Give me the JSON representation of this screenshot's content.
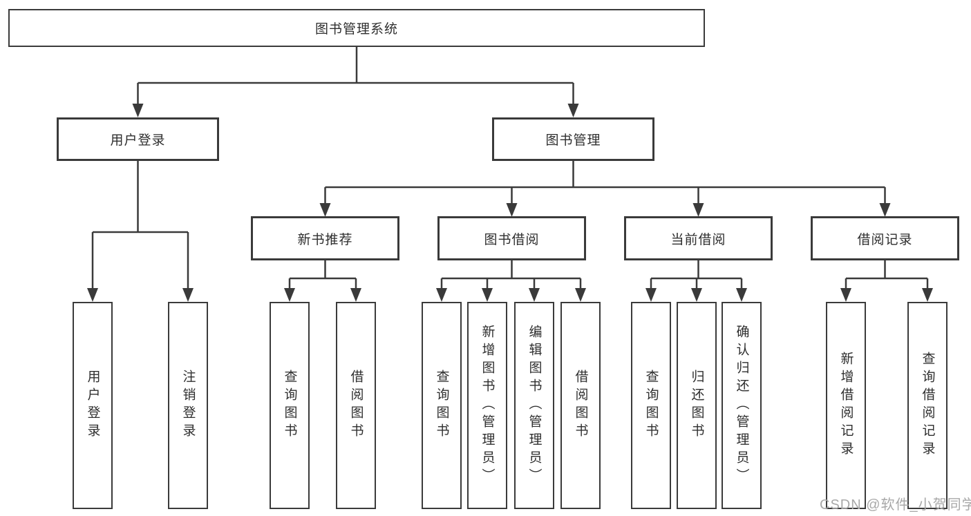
{
  "diagram": {
    "title": "图书管理系统",
    "level2": {
      "user_login": "用户登录",
      "book_management": "图书管理"
    },
    "level3": {
      "new_book": "新书推荐",
      "book_borrow": "图书借阅",
      "current_borrow": "当前借阅",
      "borrow_records": "借阅记录"
    },
    "leaf_groups": {
      "user_login": [
        "用户登录",
        "注销登录"
      ],
      "new_book": [
        "查询图书",
        "借阅图书"
      ],
      "book_borrow": [
        "查询图书",
        "新增图书（管理员）",
        "编辑图书（管理员）",
        "借阅图书"
      ],
      "current_borrow": [
        "查询图书",
        "归还图书",
        "确认归还（管理员）"
      ],
      "borrow_records": [
        "新增借阅记录",
        "查询借阅记录"
      ]
    },
    "colors": {
      "line": "#3a3a3a",
      "box_background": "#ffffff",
      "text": "#2e2e2e",
      "watermark": "#a8a8a8"
    }
  },
  "watermark": {
    "text": "CSDN @软件_小贺同学"
  }
}
